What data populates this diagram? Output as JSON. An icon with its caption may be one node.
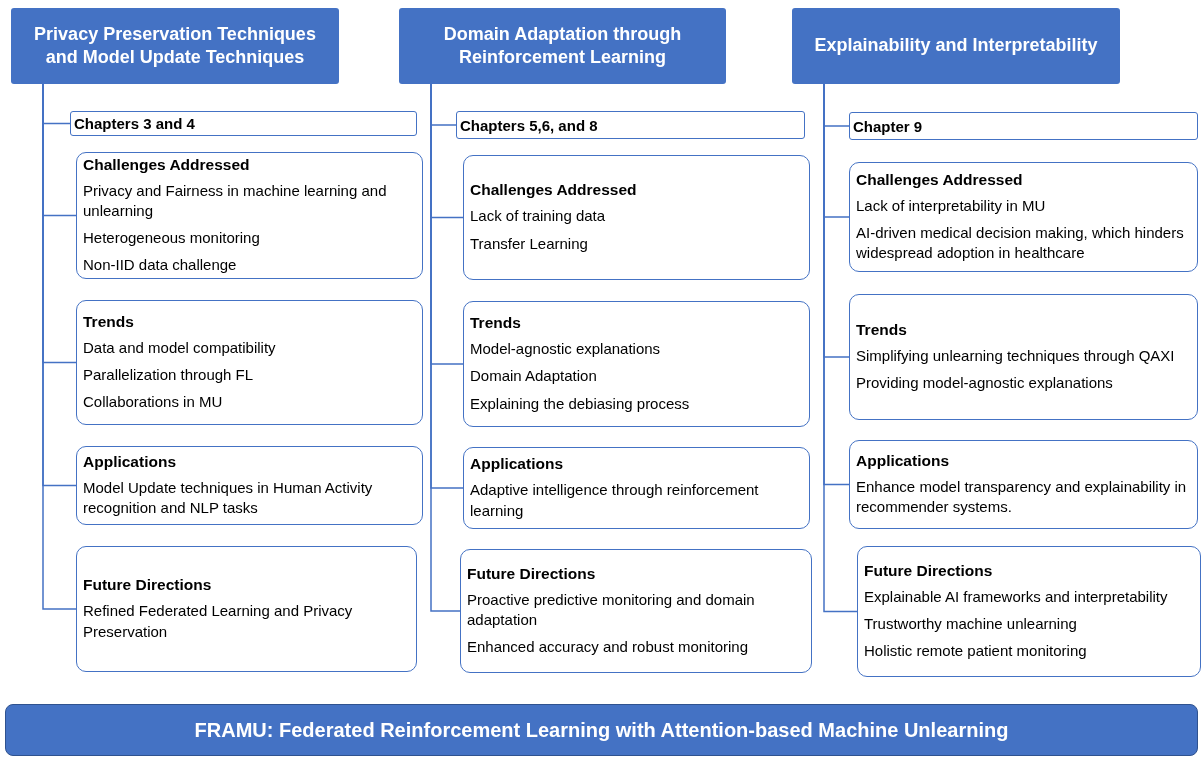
{
  "diagram": {
    "nodes": [
      {
        "text": [
          "Privacy Preservation Techniques and Model Update Techniques"
        ]
      },
      {
        "text": [
          "Chapters 3 and 4"
        ]
      },
      {
        "text": [
          "Challenges Addressed",
          "Privacy and Fairness in machine learning and unlearning",
          "Heterogeneous monitoring",
          "Non-IID data challenge"
        ]
      },
      {
        "text": [
          "Trends",
          "Data and model compatibility",
          "Parallelization through FL",
          "Collaborations in MU"
        ]
      },
      {
        "text": [
          "Applications",
          "Model Update techniques in Human Activity recognition and NLP tasks"
        ]
      },
      {
        "text": [
          "Future Directions",
          "Refined Federated Learning and Privacy Preservation"
        ]
      },
      {
        "text": [
          "Domain Adaptation through Reinforcement Learning"
        ]
      },
      {
        "text": [
          "Chapters 5,6, and 8"
        ]
      },
      {
        "text": [
          "Challenges Addressed",
          "Lack of training data",
          "Transfer Learning"
        ]
      },
      {
        "text": [
          "Trends",
          "Model-agnostic explanations",
          "Domain Adaptation",
          "Explaining the debiasing process"
        ]
      },
      {
        "text": [
          "Applications",
          "Adaptive intelligence through reinforcement learning"
        ]
      },
      {
        "text": [
          "Future Directions",
          "Proactive predictive monitoring and domain adaptation",
          "Enhanced accuracy and robust monitoring"
        ]
      },
      {
        "text": [
          "Explainability and Interpretability"
        ]
      },
      {
        "text": [
          "Chapter 9"
        ]
      },
      {
        "text": [
          "Challenges Addressed",
          "Lack of interpretability in MU",
          "AI-driven medical decision making, which hinders widespread adoption in healthcare"
        ]
      },
      {
        "text": [
          "Trends",
          "Simplifying unlearning techniques through QAXI",
          "Providing model-agnostic explanations"
        ]
      },
      {
        "text": [
          "Applications",
          "Enhance model transparency and explainability in recommender systems."
        ]
      },
      {
        "text": [
          "Future Directions",
          "Explainable AI frameworks and interpretability",
          "Trustworthy machine unlearning",
          "Holistic remote patient monitoring"
        ]
      },
      {
        "text": [
          "FRAMU: Federated Reinforcement Learning with Attention-based Machine Unlearning"
        ]
      }
    ],
    "edges": [
      {
        "from": 0,
        "to": 1,
        "arrow": "none"
      },
      {
        "from": 0,
        "to": 2,
        "arrow": "none"
      },
      {
        "from": 0,
        "to": 3,
        "arrow": "none"
      },
      {
        "from": 0,
        "to": 4,
        "arrow": "none"
      },
      {
        "from": 0,
        "to": 5,
        "arrow": "none"
      },
      {
        "from": 6,
        "to": 7,
        "arrow": "none"
      },
      {
        "from": 6,
        "to": 8,
        "arrow": "none"
      },
      {
        "from": 6,
        "to": 9,
        "arrow": "none"
      },
      {
        "from": 6,
        "to": 10,
        "arrow": "none"
      },
      {
        "from": 6,
        "to": 11,
        "arrow": "none"
      },
      {
        "from": 12,
        "to": 13,
        "arrow": "none"
      },
      {
        "from": 12,
        "to": 14,
        "arrow": "none"
      },
      {
        "from": 12,
        "to": 15,
        "arrow": "none"
      },
      {
        "from": 12,
        "to": 16,
        "arrow": "none"
      },
      {
        "from": 12,
        "to": 17,
        "arrow": "none"
      }
    ]
  }
}
